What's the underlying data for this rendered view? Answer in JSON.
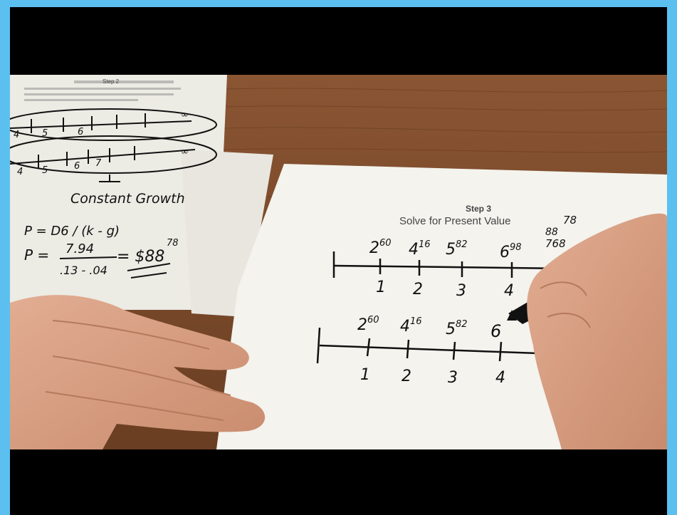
{
  "left_sheet": {
    "printed_header": "Step 2",
    "method_label": "Constant Growth",
    "formula_general": "P = D6 / (k - g)",
    "formula_numeric_numerator": "7.94",
    "formula_numeric_denominator": ".13 - .04",
    "formula_result": "= $88",
    "formula_result_cents": "78"
  },
  "right_sheet": {
    "step_label": "Step 3",
    "instruction": "Solve for Present Value",
    "instruction_tail": "78",
    "top_timeline": {
      "dividends": [
        {
          "whole": "2",
          "cents": "60"
        },
        {
          "whole": "4",
          "cents": "16"
        },
        {
          "whole": "5",
          "cents": "82"
        },
        {
          "whole": "6",
          "cents": "98"
        }
      ],
      "terminal_top": "88",
      "terminal_bottom": "768",
      "periods": [
        "1",
        "2",
        "3",
        "4"
      ]
    },
    "bottom_timeline": {
      "dividends": [
        {
          "whole": "2",
          "cents": "60"
        },
        {
          "whole": "4",
          "cents": "16"
        },
        {
          "whole": "5",
          "cents": "82"
        },
        {
          "whole": "6",
          "cents": ""
        }
      ],
      "periods": [
        "1",
        "2",
        "3",
        "4"
      ]
    }
  },
  "colors": {
    "frame_border": "#5bc0f0",
    "letterbox": "#000000",
    "desk_wood": "#7a4a2a",
    "paper": "#f2f0ea",
    "skin": "#d9a184",
    "ink": "#111111"
  }
}
